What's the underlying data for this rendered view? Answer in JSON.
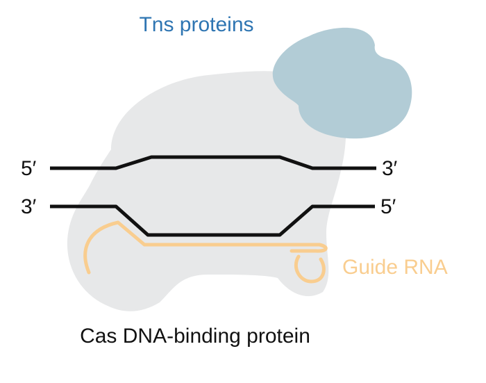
{
  "labels": {
    "tns_proteins": "Tns proteins",
    "guide_rna": "Guide RNA",
    "cas_protein": "Cas DNA-binding protein"
  },
  "top_strand": {
    "left_end": "5′",
    "right_end": "3′"
  },
  "bottom_strand": {
    "left_end": "3′",
    "right_end": "5′"
  },
  "colors": {
    "cas_protein": "#e7e8e9",
    "tns_proteins": "#b2ccd6",
    "tns_label": "#2e75b2",
    "guide_rna": "#f9cd8f",
    "dna": "#111111",
    "text": "#111111"
  }
}
